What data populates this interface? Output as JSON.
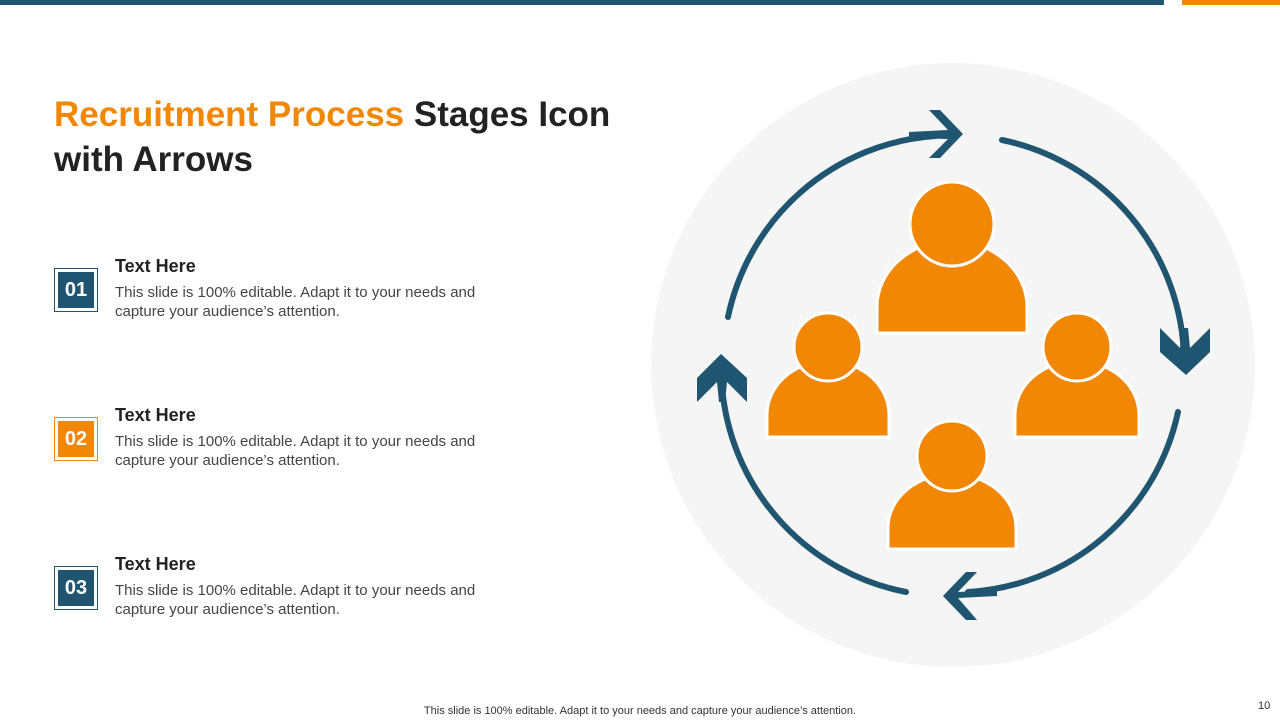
{
  "title": {
    "highlight": "Recruitment Process",
    "rest": " Stages Icon with Arrows"
  },
  "items": [
    {
      "number": "01",
      "title": "Text Here",
      "description": "This slide is 100% editable. Adapt it to your needs and capture your audience’s attention."
    },
    {
      "number": "02",
      "title": "Text Here",
      "description": "This slide is 100% editable. Adapt it to your needs and capture your audience’s attention."
    },
    {
      "number": "03",
      "title": "Text Here",
      "description": "This slide is 100% editable. Adapt it to your needs and capture your audience’s attention."
    }
  ],
  "footer": "This slide is 100% editable. Adapt it to your needs and capture your audience’s attention.",
  "page_number": "10",
  "icons": [
    "people-group-icon",
    "cycle-arrows-icon"
  ],
  "colors": {
    "accent": "#f28705",
    "primary": "#1f5570",
    "circle_bg": "#f5f5f5"
  }
}
